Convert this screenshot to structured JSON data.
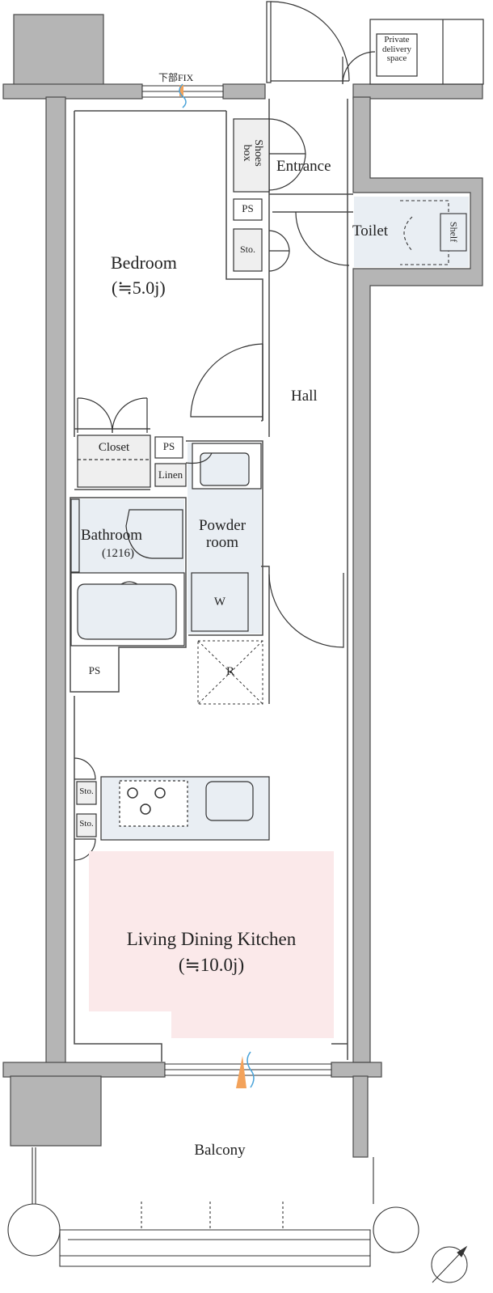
{
  "rooms": {
    "bedroom": {
      "name": "Bedroom",
      "size": "(≒5.0j)"
    },
    "ldk": {
      "name": "Living Dining Kitchen",
      "size": "(≒10.0j)"
    },
    "entrance": "Entrance",
    "hall": "Hall",
    "toilet": "Toilet",
    "bathroom": {
      "name": "Bathroom",
      "size": "(1216)"
    },
    "powder_room": "Powder\nroom",
    "balcony": "Balcony"
  },
  "fixtures": {
    "shoes_box": "Shoes\nbox",
    "closet": "Closet",
    "linen": "Linen",
    "washer": "W",
    "fridge": "R",
    "shelf": "Shelf",
    "storage_labels": [
      "Sto.",
      "Sto.",
      "Sto."
    ],
    "ps_labels": [
      "PS",
      "PS",
      "PS"
    ],
    "private_delivery": "Private\ndelivery\nspace",
    "window_fix": "下部FIX"
  },
  "colors": {
    "wall": "#b5b5b5",
    "wall_stroke": "#4a4a4a",
    "wet_area": "#e9eef3",
    "ldk_highlight": "#fbe9ea",
    "fixture_fill": "#efefef"
  }
}
